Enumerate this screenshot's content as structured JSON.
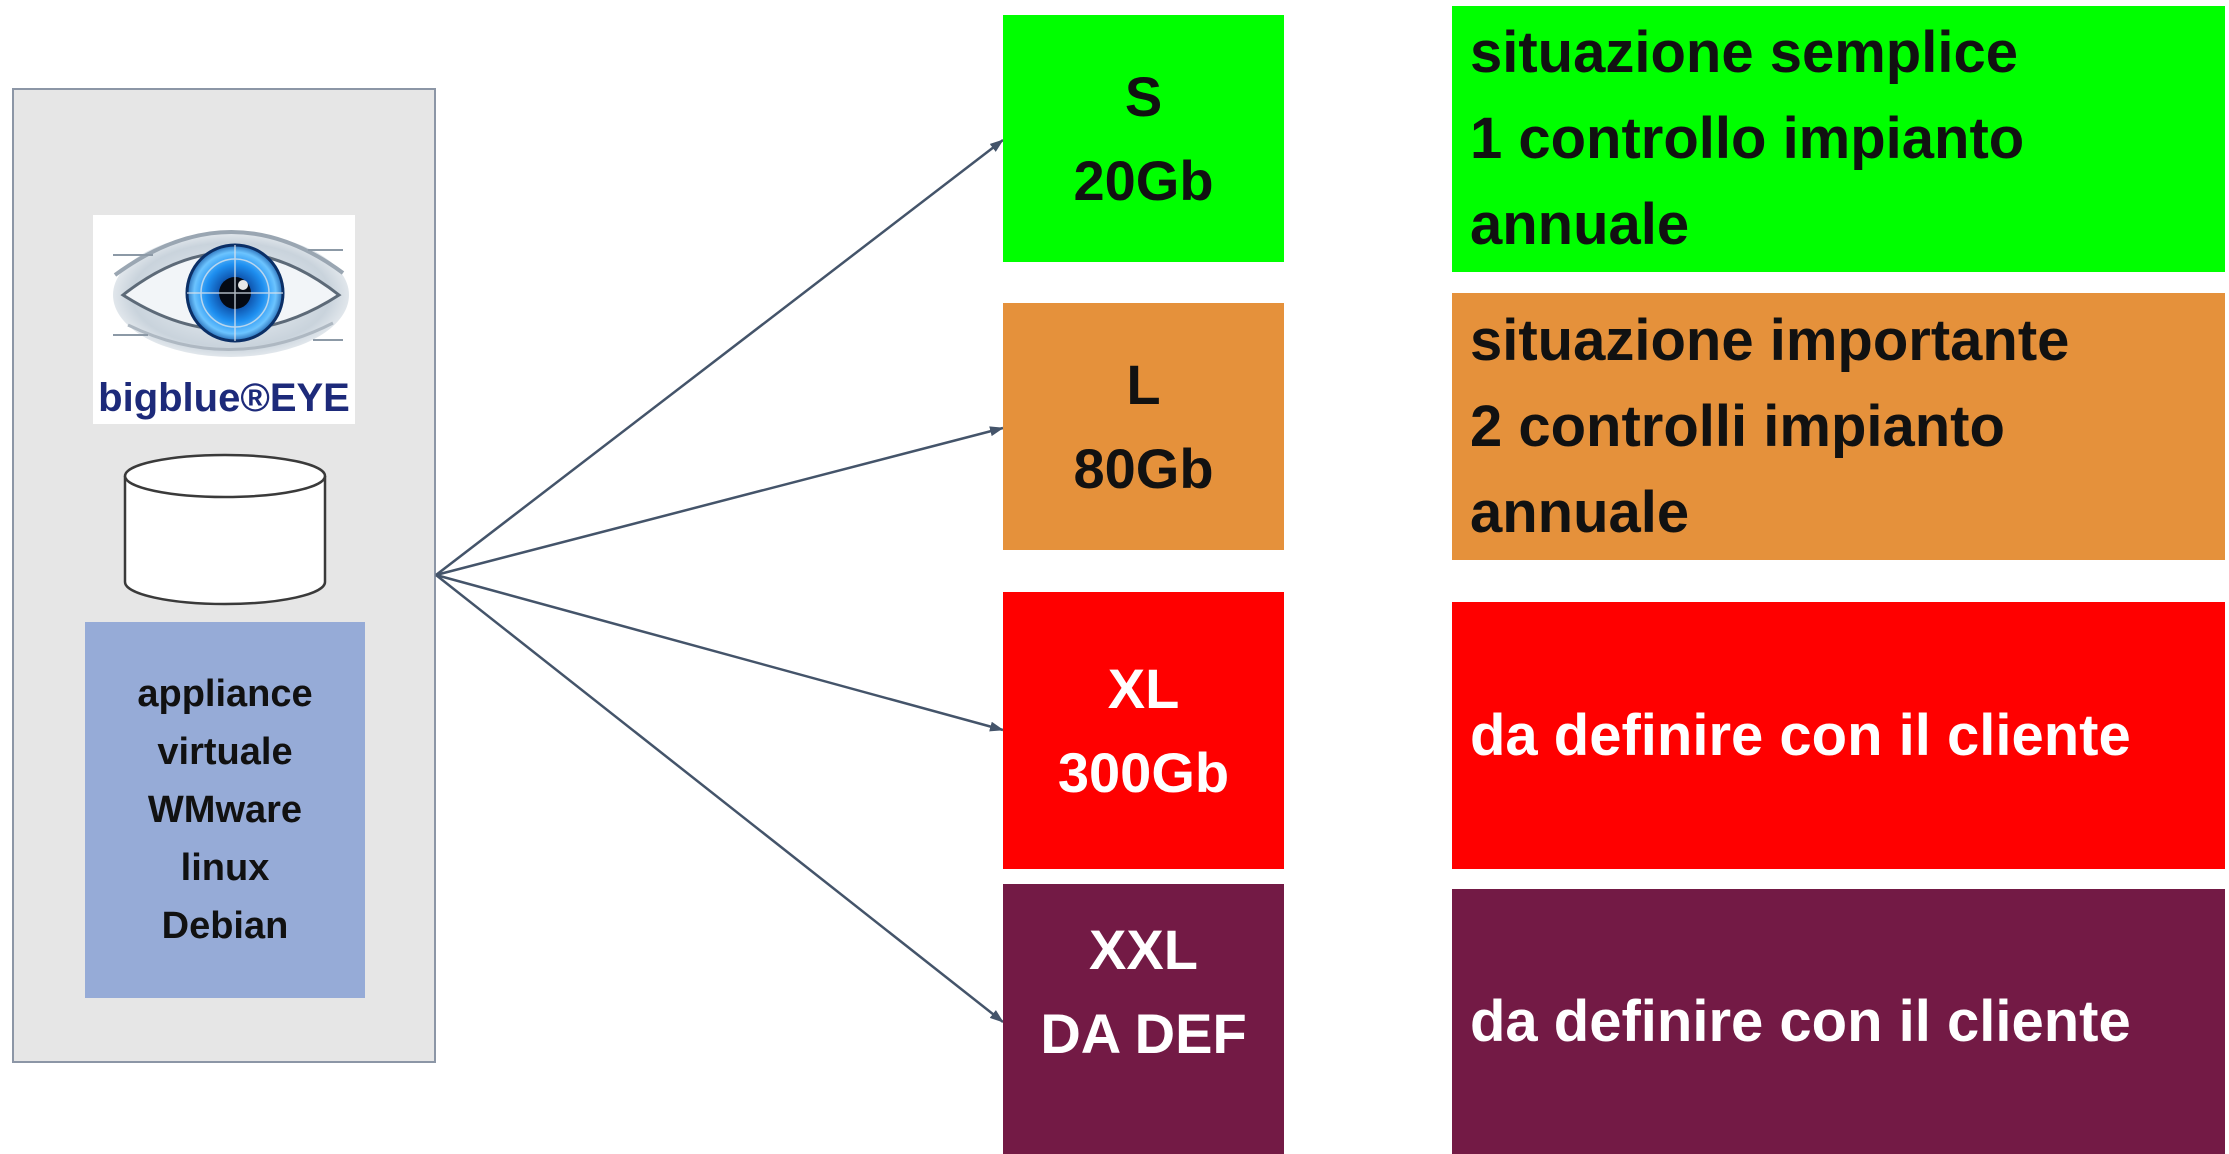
{
  "logo": {
    "text": "bigblue®EYE",
    "text_color": "#1d2a7a",
    "icon": "eye-icon"
  },
  "appliance": {
    "icon": "database-icon",
    "spec_lines": [
      "appliance",
      "virtuale",
      "WMware",
      "linux",
      "Debian"
    ],
    "panel_color": "#e6e6e6",
    "spec_color": "#96abd7"
  },
  "tiers": [
    {
      "size": "S",
      "storage": "20Gb",
      "color": "#00ff00",
      "text_color": "#111111",
      "description": [
        "situazione semplice",
        "1 controllo impianto",
        "annuale"
      ]
    },
    {
      "size": "L",
      "storage": "80Gb",
      "color": "#e5913b",
      "text_color": "#111111",
      "description": [
        "situazione importante",
        "2 controlli impianto",
        "annuale"
      ]
    },
    {
      "size": "XL",
      "storage": "300Gb",
      "color": "#ff0000",
      "text_color": "#ffffff",
      "description": [
        "da definire con il cliente"
      ]
    },
    {
      "size": "XXL",
      "storage": "DA DEF",
      "color": "#731a45",
      "text_color": "#ffffff",
      "description": [
        "da definire con il cliente"
      ]
    }
  ],
  "connector_color": "#44546a"
}
